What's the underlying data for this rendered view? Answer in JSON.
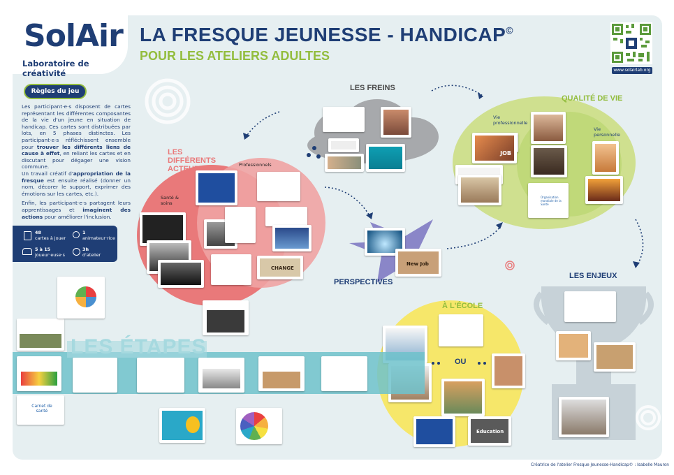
{
  "brand": {
    "logo_text": "SolAir",
    "tagline": "Laboratoire de créativité"
  },
  "header": {
    "title": "LA FRESQUE JEUNESSE - HANDICAP",
    "title_mark": "©",
    "subtitle": "POUR LES ATELIERS ADULTES",
    "qr_url": "www.solairlab.org"
  },
  "rules": {
    "heading": "Règles du jeu",
    "p1_a": "Les participant·e·s disposent de cartes représentant les différentes composantes de la vie d'un jeune en situation de handicap. Ces cartes sont distribuées par lots, en 5 phases distinctes. Les participant·e·s réfléchissent ensemble pour ",
    "p1_b": "trouver les différents liens de cause à effet",
    "p1_c": ", en reliant les cartes et en discutant pour dégager une vision commune.",
    "p2_a": "Un travail créatif d'",
    "p2_b": "appropriation de la fresque",
    "p2_c": " est ensuite réalisé (donner un nom, décorer le support, exprimer des émotions sur les cartes, etc.).",
    "p3_a": "Enfin, les participant·e·s partagent leurs apprentissages et ",
    "p3_b": "imaginent des actions",
    "p3_c": " pour améliorer l'inclusion."
  },
  "stats": {
    "cards_n": "48",
    "cards_l": "cartes à jouer",
    "anim_n": "1",
    "anim_l": "animateur·rice",
    "players_n": "5 à 15",
    "players_l": "joueur·euse·s",
    "hours_n": "3h",
    "hours_l": "d'atelier"
  },
  "zones": {
    "freins": "LES FREINS",
    "qualite": "QUALITÉ DE VIE",
    "acteurs": "LES DIFFÉRENTS ACTEURS",
    "perspectives": "PERSPECTIVES",
    "enjeux": "LES ENJEUX",
    "ecole": "À L'ÉCOLE",
    "ou": "OU",
    "etapes": "LES ÉTAPES"
  },
  "sublabels": {
    "vie_pro": "Vie professionnelle",
    "vie_perso": "Vie personnelle",
    "professionnels": "Professionnels",
    "sante": "Santé & soins"
  },
  "card_texts": {
    "carnet": "Carnet de santé",
    "job": "JOB",
    "new_job": "New Job",
    "change": "CHANGE",
    "education": "Education",
    "oms": "Organisation mondiale de la Santé"
  },
  "footer": {
    "credit": "Créatrice de l'atelier Fresque Jeunesse-Handicap© : Isabelle Mauron"
  },
  "colors": {
    "navy": "#1f3e75",
    "green": "#93bd3e",
    "coral": "#e9797a",
    "teal": "#4cb6c2",
    "yellow": "#f6e76a",
    "lightgreen": "#cfe08f"
  }
}
